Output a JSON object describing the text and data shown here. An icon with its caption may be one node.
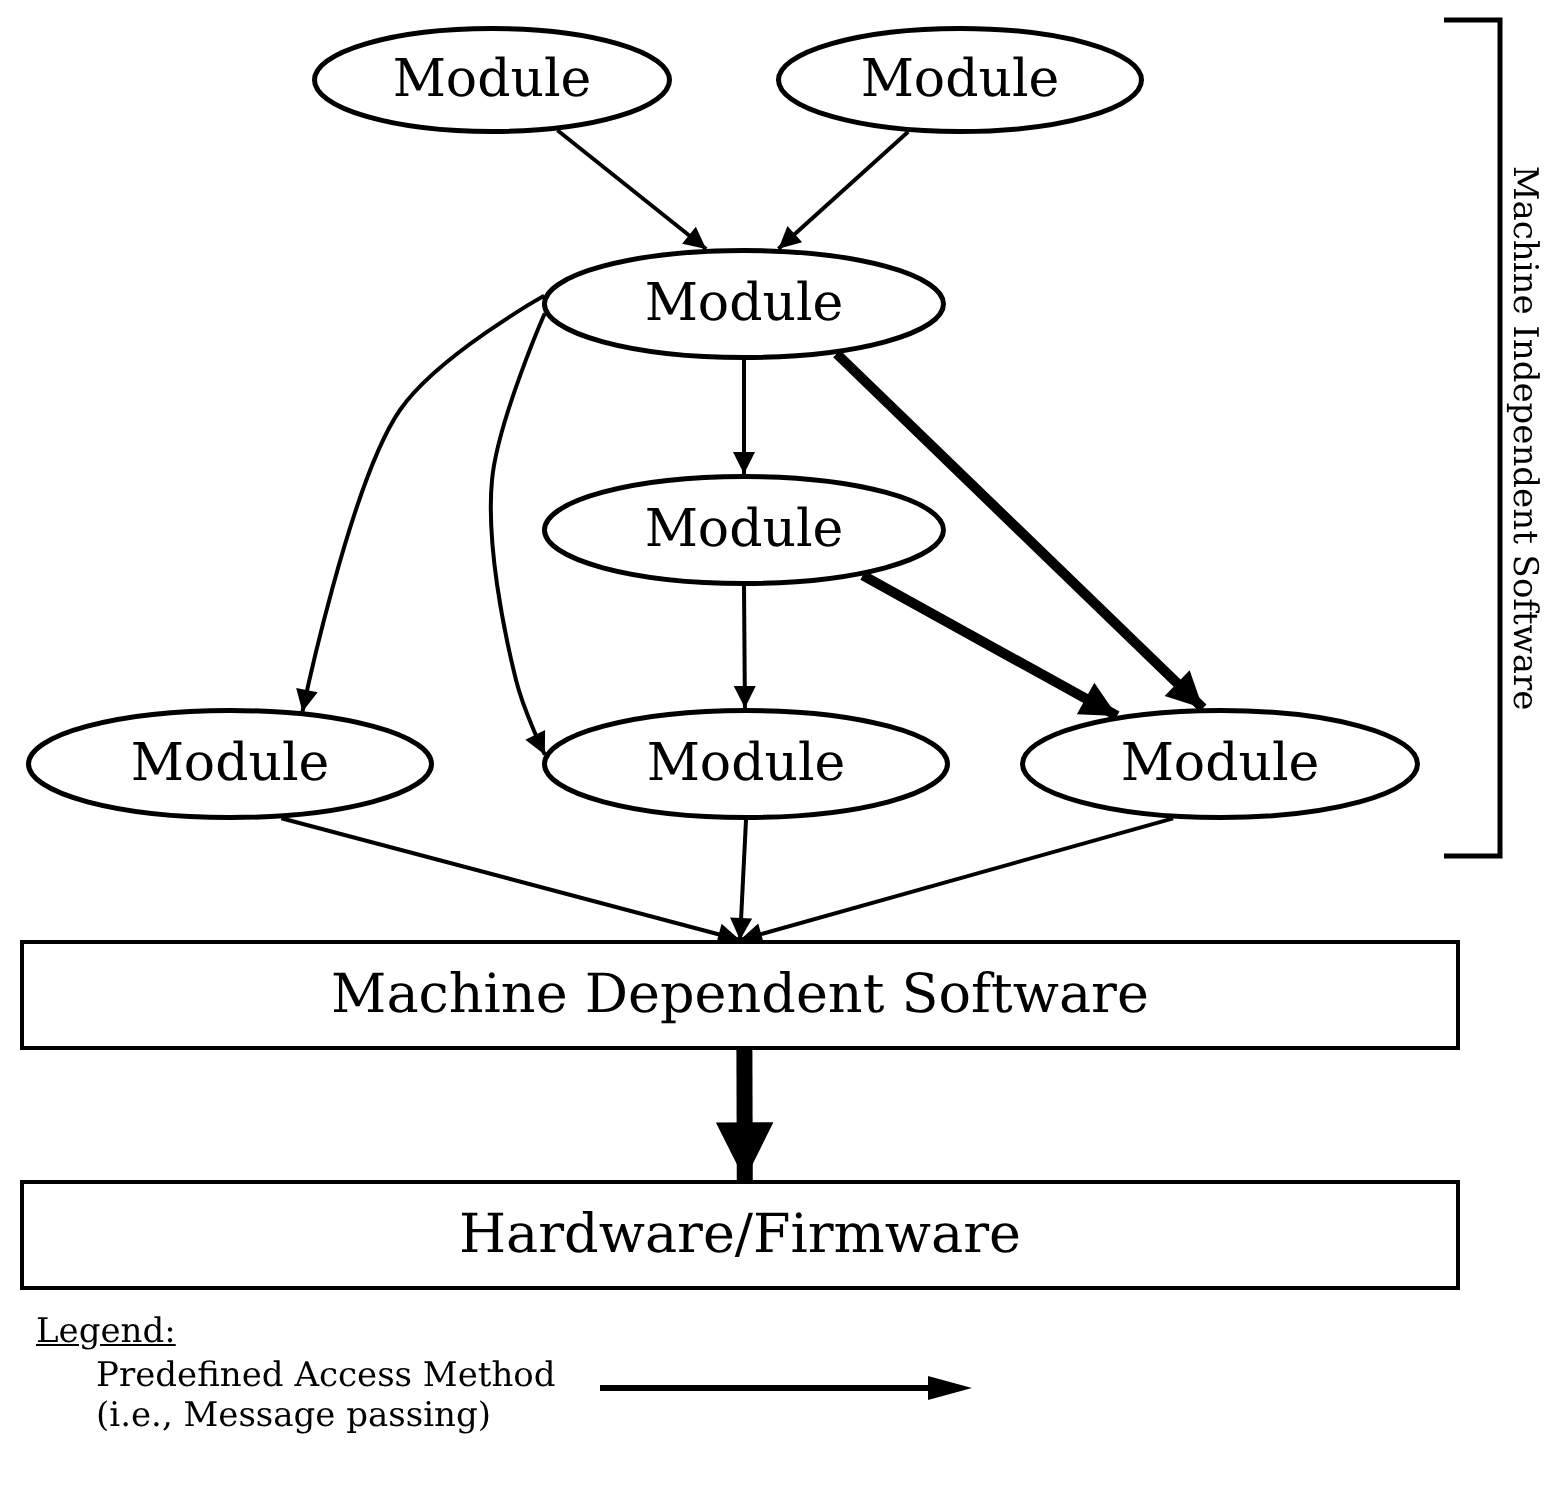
{
  "diagram": {
    "nodes": [
      {
        "text": [
          "Module"
        ]
      },
      {
        "text": [
          "Module"
        ]
      },
      {
        "text": [
          "Module"
        ]
      },
      {
        "text": [
          "Module"
        ]
      },
      {
        "text": [
          "Module"
        ]
      },
      {
        "text": [
          "Module"
        ]
      },
      {
        "text": [
          "Module"
        ]
      },
      {
        "text": [
          "Machine Dependent Software"
        ]
      },
      {
        "text": [
          "Hardware/Firmware"
        ]
      }
    ],
    "edges": [
      {
        "from": 0,
        "to": 2,
        "arrow": "to"
      },
      {
        "from": 1,
        "to": 2,
        "arrow": "to"
      },
      {
        "from": 2,
        "to": 4,
        "arrow": "to"
      },
      {
        "from": 2,
        "to": 5,
        "arrow": "to"
      },
      {
        "from": 2,
        "to": 3,
        "arrow": "to"
      },
      {
        "from": 2,
        "to": 6,
        "arrow": "to",
        "style": "thick"
      },
      {
        "from": 3,
        "to": 5,
        "arrow": "to"
      },
      {
        "from": 3,
        "to": 6,
        "arrow": "to",
        "style": "thick"
      },
      {
        "from": 4,
        "to": 7,
        "arrow": "to"
      },
      {
        "from": 5,
        "to": 7,
        "arrow": "to"
      },
      {
        "from": 6,
        "to": 7,
        "arrow": "to"
      },
      {
        "from": 7,
        "to": 8,
        "arrow": "to",
        "style": "thick"
      }
    ],
    "labels": [
      "Machine Independent Software",
      "Legend:"
    ],
    "legend": [
      {
        "text": "Predefined Access Method (i.e., Message passing)"
      }
    ]
  }
}
